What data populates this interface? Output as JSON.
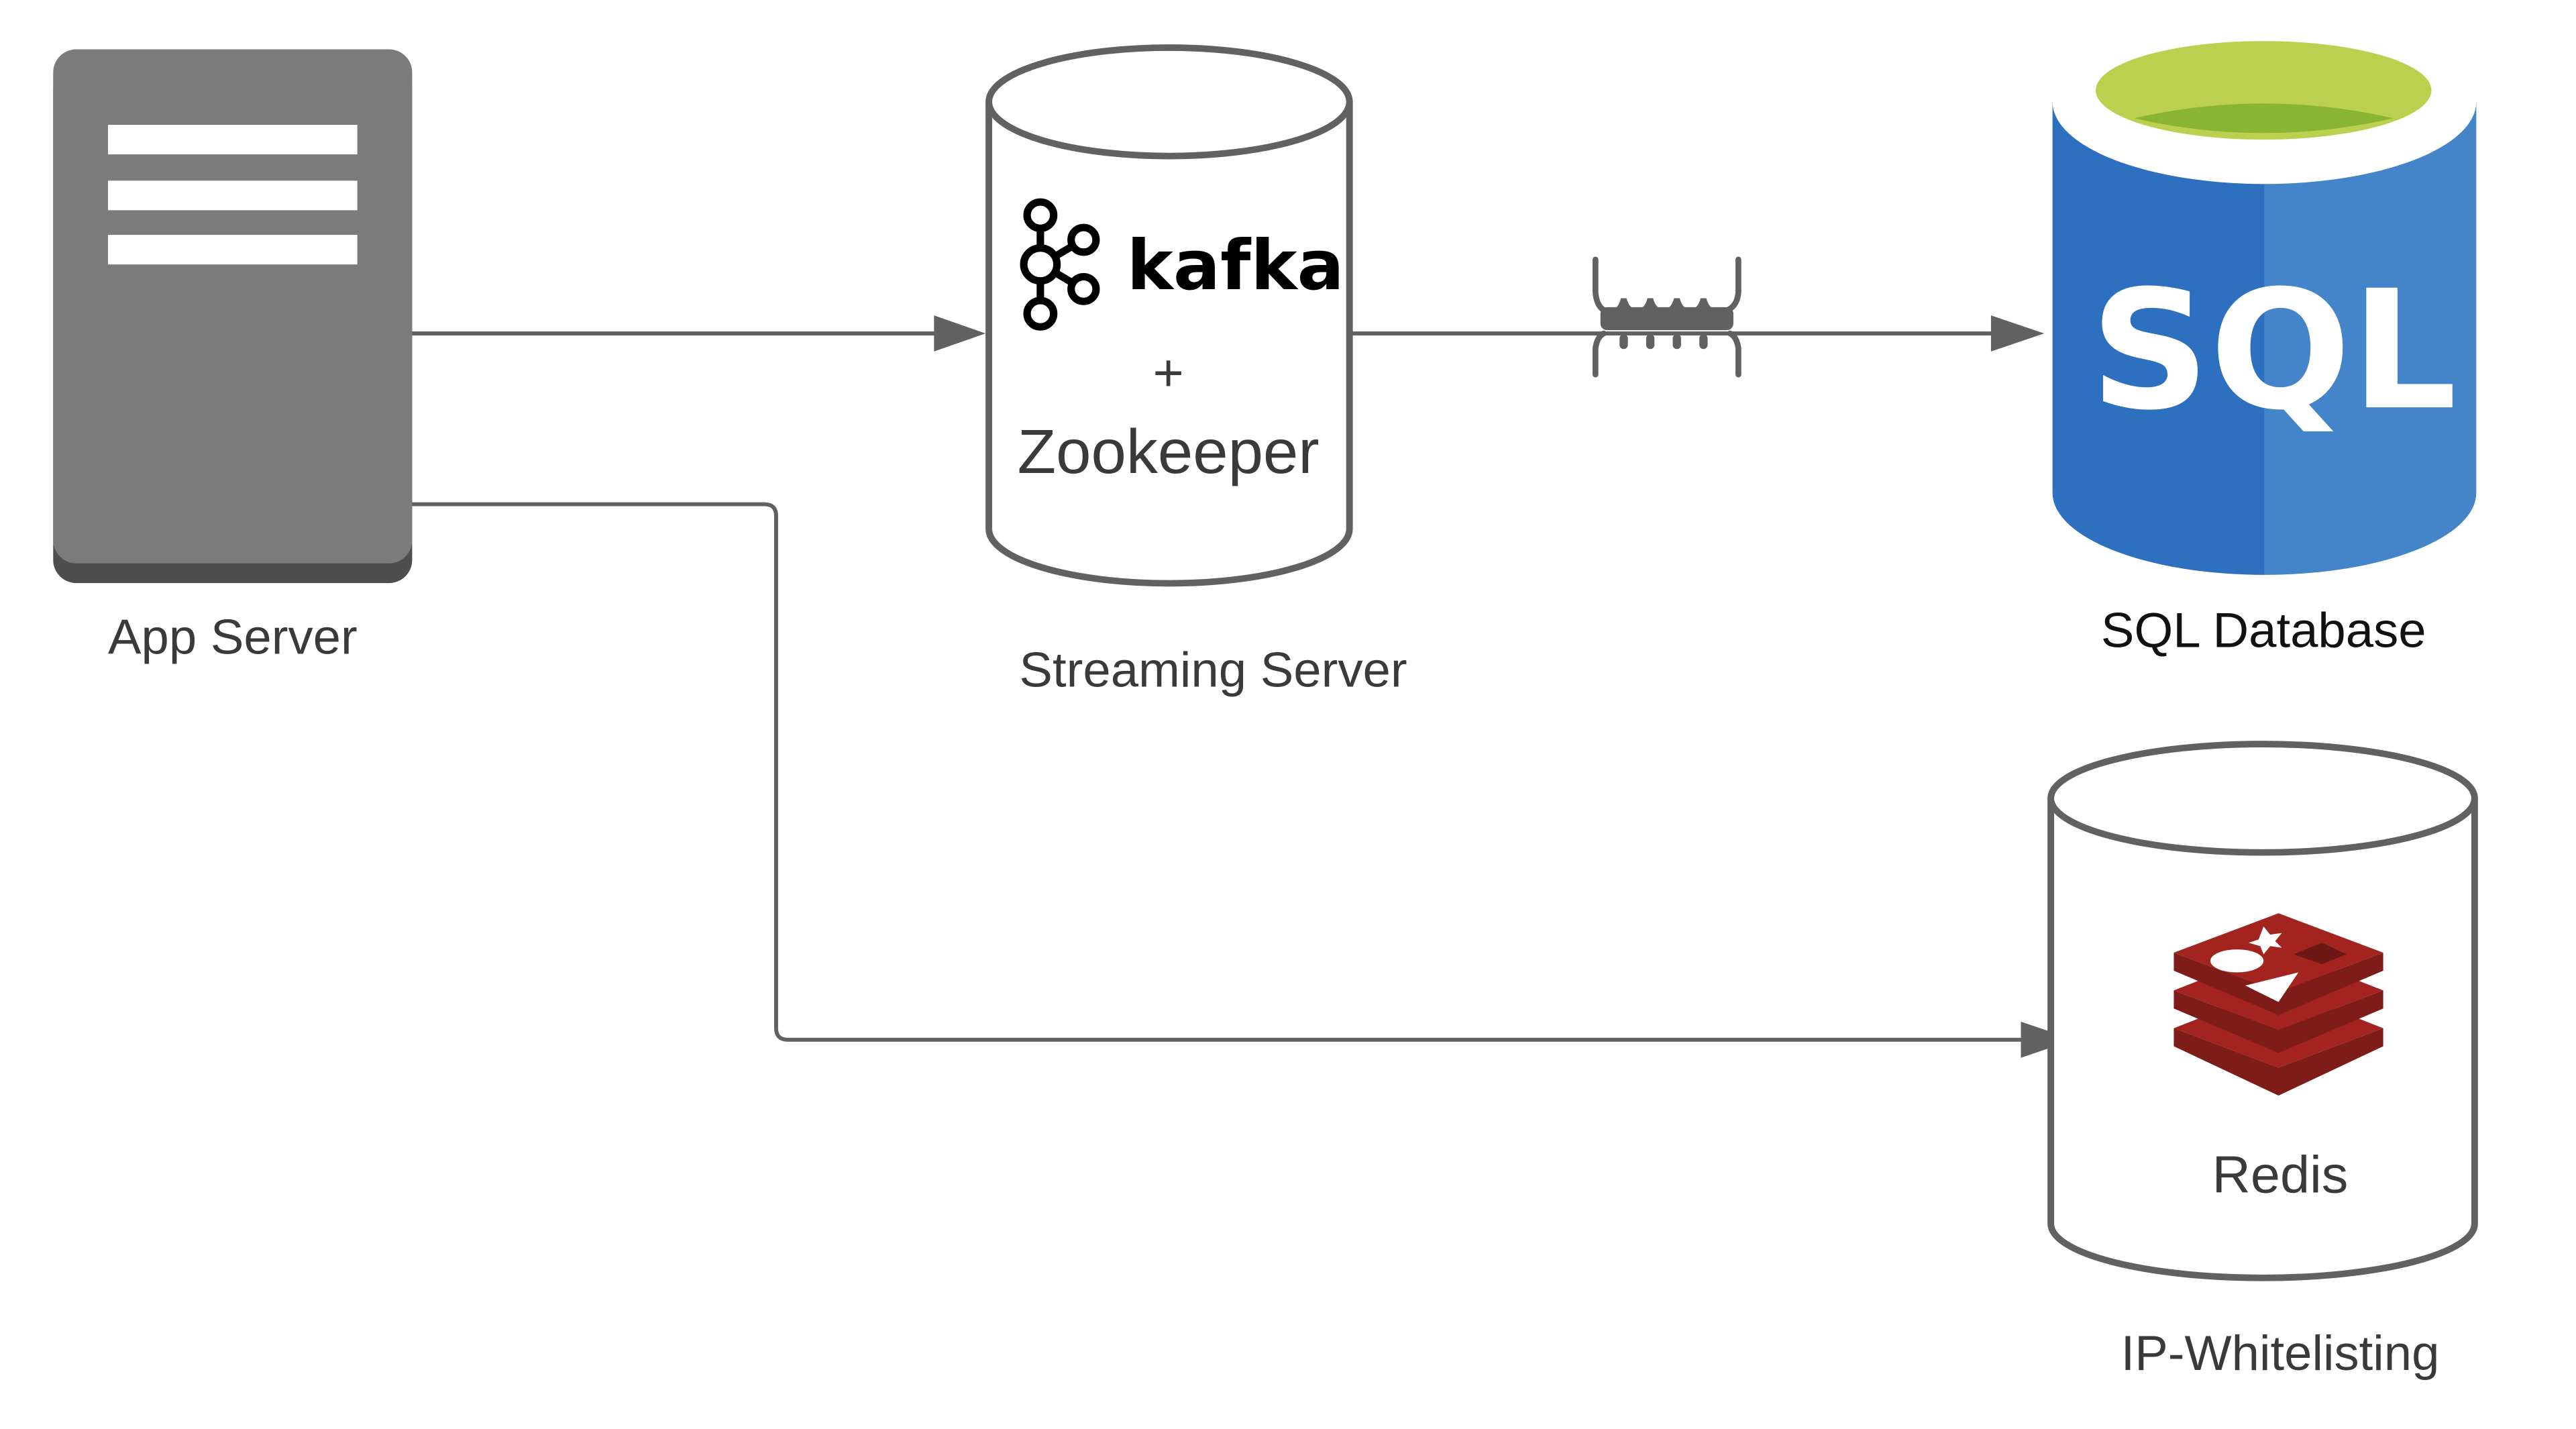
{
  "diagram": {
    "nodes": {
      "app_server": {
        "label": "App Server",
        "icon": "server-icon"
      },
      "streaming_server": {
        "label": "Streaming Server",
        "icon": "database-cylinder-icon",
        "logo_text": "kafka",
        "logo_icon": "kafka-logo-icon",
        "plus": "+",
        "inner_text": "Zookeeper"
      },
      "sql_database": {
        "label": "SQL Database",
        "icon": "sql-database-icon",
        "logo_text": "SQL"
      },
      "ip_whitelisting": {
        "label": "IP-Whitelisting",
        "icon": "database-cylinder-icon",
        "logo_icon": "redis-logo-icon",
        "inner_text": "Redis"
      }
    },
    "edges": [
      {
        "from": "App Server",
        "to": "Streaming Server"
      },
      {
        "from": "Streaming Server",
        "to": "SQL Database",
        "marker": "filter-coil-icon"
      },
      {
        "from": "App Server",
        "to": "IP-Whitelisting"
      }
    ],
    "colors": {
      "line": "#616161",
      "server": "#7b7b7b",
      "server_base": "#4e4e4e",
      "sql_blue_dark": "#2e70c0",
      "sql_blue_light": "#4385c8",
      "sql_green_light": "#bcd04f",
      "sql_green_dark": "#8ab434",
      "redis_red": "#a3241f",
      "redis_red_dark": "#7d1c19"
    }
  }
}
